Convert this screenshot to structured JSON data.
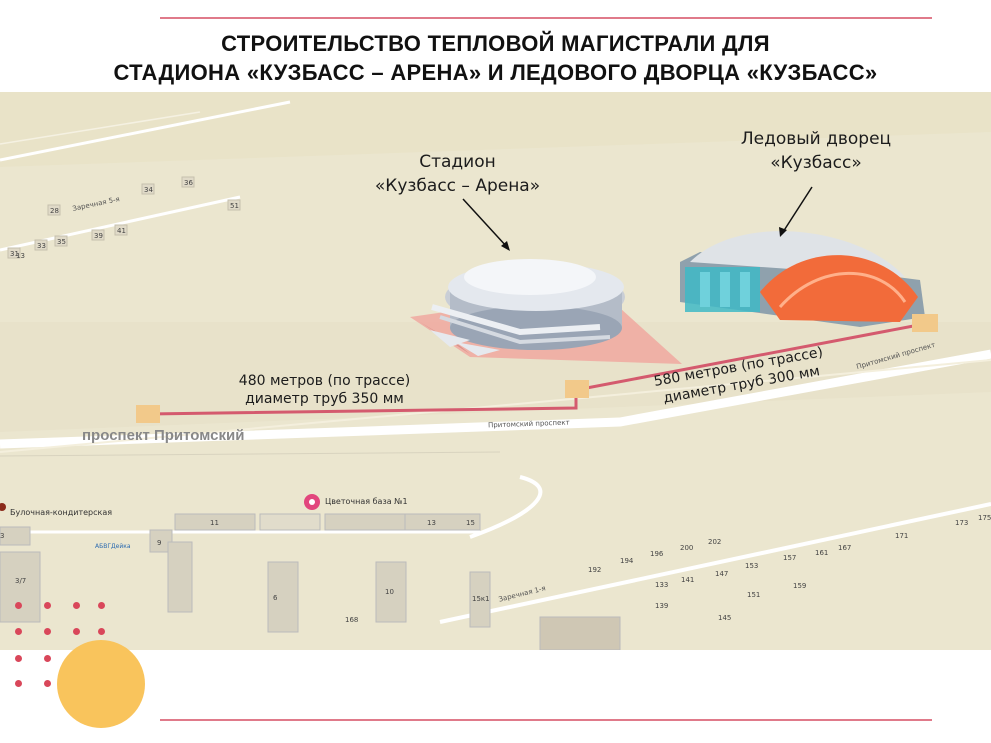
{
  "slide": {
    "title_line1": "СТРОИТЕЛЬСТВО ТЕПЛОВОЙ МАГИСТРАЛИ ДЛЯ",
    "title_line2": "СТАДИОНА «КУЗБАСС – АРЕНА» И ЛЕДОВОГО ДВОРЦА «КУЗБАСС»",
    "accent_color": "#e07a8a",
    "decor_color": "#f9c45c"
  },
  "map": {
    "stadium_label_line1": "Стадион",
    "stadium_label_line2": "«Кузбасс – Арена»",
    "palace_label_line1": "Ледовый дворец",
    "palace_label_line2": "«Кузбасс»",
    "segment1_line1": "480 метров (по трассе)",
    "segment1_line2": "диаметр труб 350 мм",
    "segment2_line1": "580 метров (по трассе)",
    "segment2_line2": "диаметр труб 300 мм",
    "avenue_label": "проспект Притомский",
    "street_labels": [
      "Заречная 5-я",
      "Притомский проспект",
      "Притомский проспект",
      "Заречная 1-я"
    ],
    "poi": [
      "Булочная-кондитерская",
      "Цветочная база №1",
      "АБВГДейка"
    ],
    "house_numbers": [
      "34",
      "36",
      "28",
      "51",
      "33",
      "35",
      "39",
      "41",
      "31",
      "13",
      "11",
      "13",
      "15",
      "9",
      "3",
      "3/7",
      "6",
      "10",
      "15к1",
      "168",
      "192",
      "194",
      "196",
      "200",
      "202",
      "133",
      "141",
      "147",
      "153",
      "157",
      "161",
      "167",
      "151",
      "159",
      "139",
      "145",
      "171",
      "173",
      "175"
    ],
    "pipeline_color": "#d45a6e",
    "chamber_color": "#f2c98a"
  }
}
